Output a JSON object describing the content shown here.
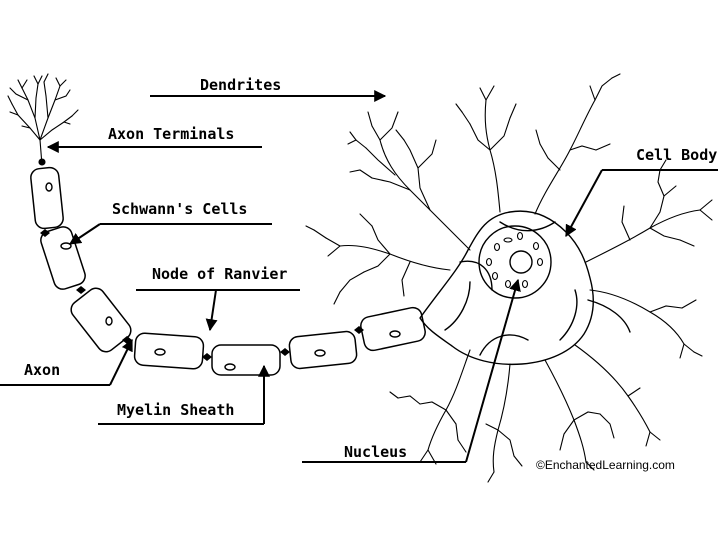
{
  "labels": {
    "dendrites": "Dendrites",
    "axon_terminals": "Axon Terminals",
    "cell_body": "Cell Body",
    "schwanns_cells": "Schwann's Cells",
    "node_of_ranvier": "Node of Ranvier",
    "axon": "Axon",
    "myelin_sheath": "Myelin Sheath",
    "nucleus": "Nucleus"
  },
  "credit": "©EnchantedLearning.com"
}
